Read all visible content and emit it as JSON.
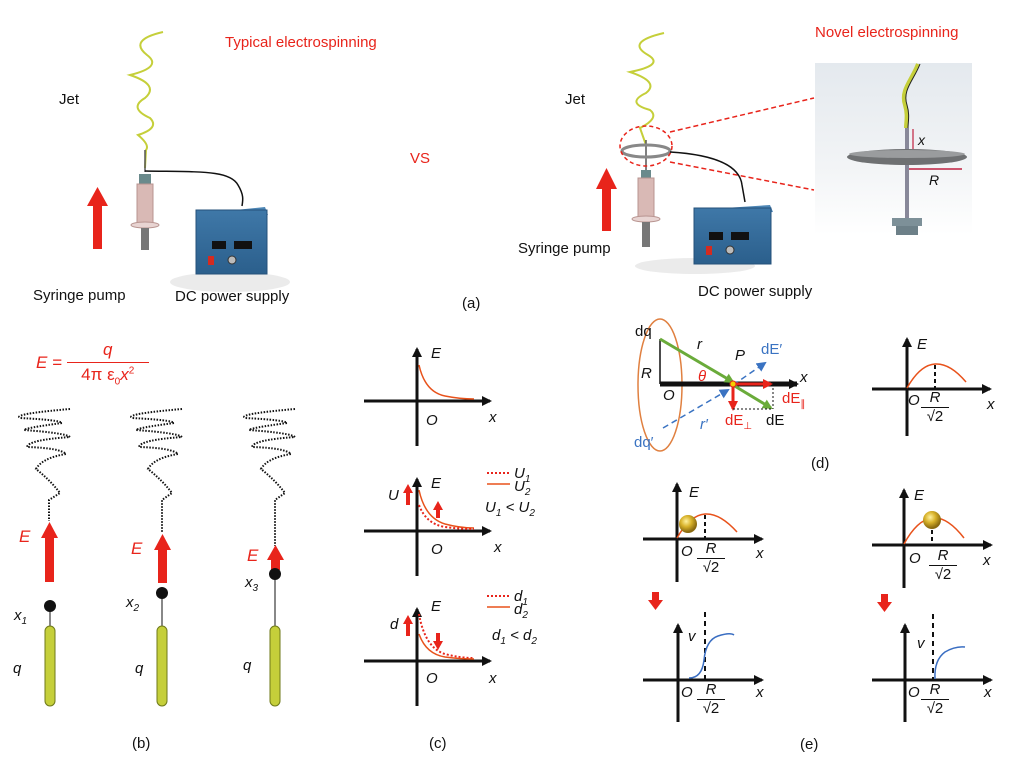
{
  "colors": {
    "accent_red": "#e8241b",
    "curve_orange": "#e8521b",
    "vector_green": "#6aab3a",
    "vector_blue": "#3a73c2",
    "velocity_blue": "#3a6ec2",
    "jet_yellow": "#c5cf3a",
    "power_supply_blue": "#2f6592"
  },
  "panel_a": {
    "caption": "(a)",
    "typical": {
      "title": "Typical electrospinning",
      "jet_label": "Jet",
      "syringe_label": "Syringe pump",
      "power_label": "DC power supply"
    },
    "vs_label": "VS",
    "novel": {
      "title": "Novel electrospinning",
      "jet_label": "Jet",
      "syringe_label": "Syringe pump",
      "power_label": "DC power supply",
      "inset_x_label": "x",
      "inset_r_label": "R"
    }
  },
  "panel_b": {
    "caption": "(b)",
    "formula": {
      "lhs": "E =",
      "numerator": "q",
      "denominator_prefix": "4π ε",
      "denominator_sub": "0",
      "denominator_var": "x",
      "denominator_exp": "2"
    },
    "columns": [
      {
        "field_label": "E",
        "x_label": "x",
        "x_sub": "1",
        "charge_label": "q",
        "field_strength": 1.0
      },
      {
        "field_label": "E",
        "x_label": "x",
        "x_sub": "2",
        "charge_label": "q",
        "field_strength": 0.7
      },
      {
        "field_label": "E",
        "x_label": "x",
        "x_sub": "3",
        "charge_label": "q",
        "field_strength": 0.35
      }
    ]
  },
  "panel_c": {
    "caption": "(c)",
    "graph1": {
      "y_label": "E",
      "x_label": "x",
      "origin_label": "O"
    },
    "graph2": {
      "y_label": "E",
      "x_label": "x",
      "origin_label": "O",
      "arrow_label": "U",
      "legend": [
        {
          "label": "U",
          "sub": "1",
          "style": "dotted"
        },
        {
          "label": "U",
          "sub": "2",
          "style": "solid"
        }
      ],
      "relation": {
        "a": "U",
        "a_sub": "1",
        "op": "<",
        "b": "U",
        "b_sub": "2"
      }
    },
    "graph3": {
      "y_label": "E",
      "x_label": "x",
      "origin_label": "O",
      "arrow_label": "d",
      "legend": [
        {
          "label": "d",
          "sub": "1",
          "style": "dotted"
        },
        {
          "label": "d",
          "sub": "2",
          "style": "solid"
        }
      ],
      "relation": {
        "a": "d",
        "a_sub": "1",
        "op": "<",
        "b": "d",
        "b_sub": "2"
      }
    }
  },
  "panel_d": {
    "caption": "(d)",
    "vector_diagram": {
      "dq": "dq",
      "dq_prime": "dq′",
      "r": "r",
      "r_prime": "r′",
      "R": "R",
      "O": "O",
      "P": "P",
      "theta": "θ",
      "x": "x",
      "dE": "dE",
      "dE_prime": "dE′",
      "dE_parallel": "dE",
      "dE_parallel_sub": "∥",
      "dE_perp": "dE",
      "dE_perp_sub": "⊥"
    },
    "graph": {
      "y_label": "E",
      "x_label": "x",
      "origin_label": "O",
      "peak_num": "R",
      "peak_den": "√2"
    }
  },
  "panel_e": {
    "caption": "(e)",
    "left": {
      "field_graph": {
        "y_label": "E",
        "x_label": "x",
        "origin_label": "O",
        "peak_num": "R",
        "peak_den": "√2",
        "ball_position": "before-peak"
      },
      "velocity_graph": {
        "y_label": "v",
        "x_label": "x",
        "origin_label": "O",
        "mark_num": "R",
        "mark_den": "√2"
      }
    },
    "right": {
      "field_graph": {
        "y_label": "E",
        "x_label": "x",
        "origin_label": "O",
        "peak_num": "R",
        "peak_den": "√2",
        "ball_position": "at-peak"
      },
      "velocity_graph": {
        "y_label": "v",
        "x_label": "x",
        "origin_label": "O",
        "mark_num": "R",
        "mark_den": "√2"
      }
    }
  }
}
